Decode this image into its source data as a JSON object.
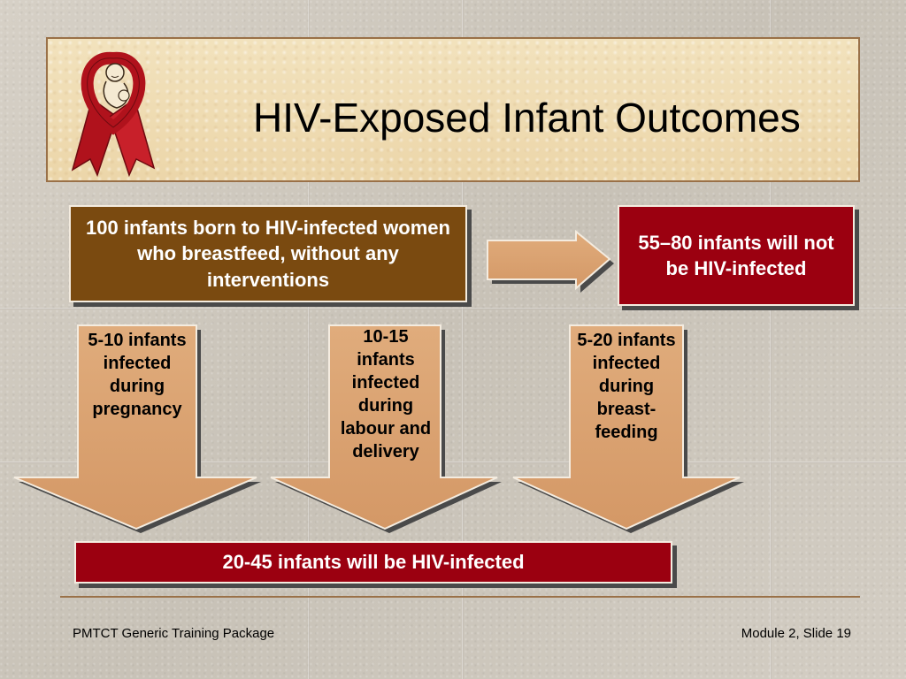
{
  "title": "HIV-Exposed Infant Outcomes",
  "start_box": "100 infants born to HIV-infected women who breastfeed, without any interventions",
  "not_infected_box": "55–80 infants will not be HIV-infected",
  "stages": [
    {
      "label": "5-10 infants infected during pregnancy"
    },
    {
      "label": "10-15 infants infected during labour and delivery"
    },
    {
      "label": "5-20 infants infected during breast-feeding"
    }
  ],
  "total_box": "20-45 infants will be HIV-infected",
  "footer": {
    "left": "PMTCT Generic Training Package",
    "right": "Module 2, Slide 19"
  },
  "colors": {
    "brown_box": "#7a4a10",
    "red_box": "#9b0010",
    "arrow_fill": "#d9a06f",
    "banner": "#efdcb2",
    "ribbon": "#b0121c"
  },
  "logo": "red-ribbon-with-mother-and-baby"
}
